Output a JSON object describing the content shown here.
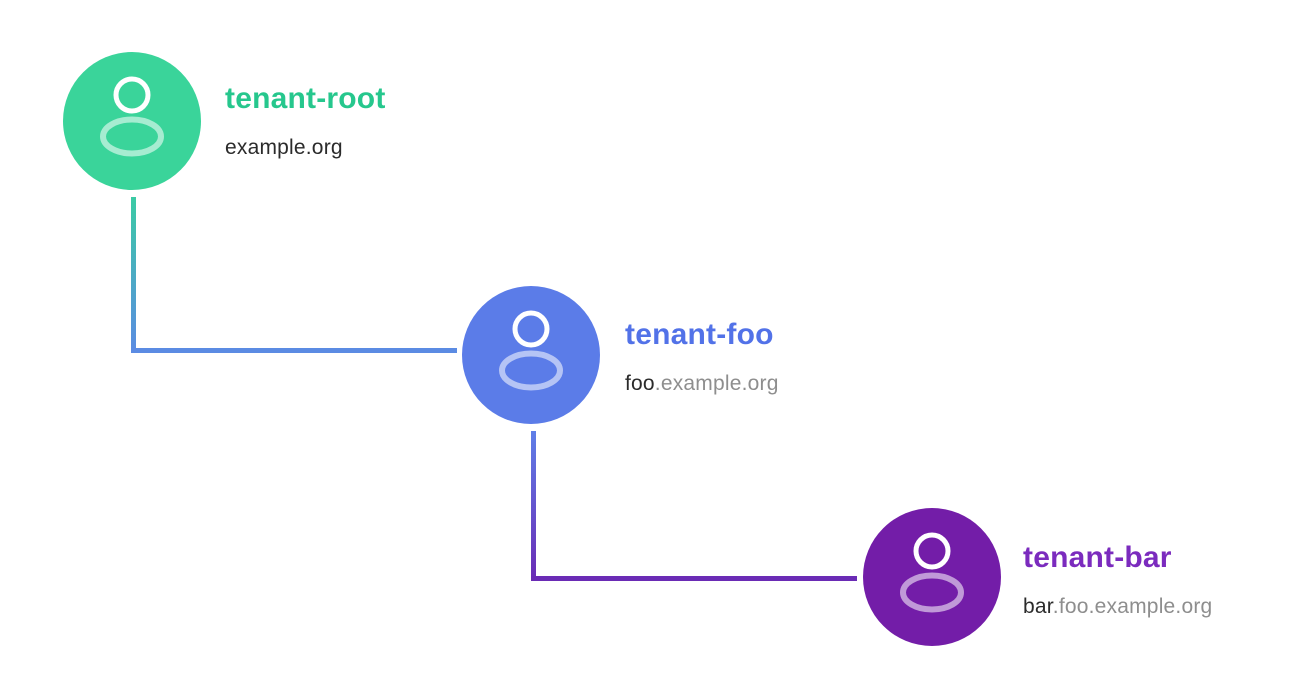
{
  "diagram": {
    "description": "Tenant hierarchy diagram with three linked tenant nodes",
    "nodes": [
      {
        "name": "tenant-root",
        "label": "tenant-root",
        "domain_dark": "example.org",
        "domain_gray": "",
        "circle_color": "#3AD49A",
        "label_color": "#26C78D",
        "icon": "person-icon"
      },
      {
        "name": "tenant-foo",
        "label": "tenant-foo",
        "domain_dark": "foo",
        "domain_gray": ".example.org",
        "circle_color": "#5B7CE8",
        "label_color": "#5272E8",
        "icon": "person-icon"
      },
      {
        "name": "tenant-bar",
        "label": "tenant-bar",
        "domain_dark": "bar",
        "domain_gray": ".foo.example.org",
        "circle_color": "#731DA8",
        "label_color": "#7B2BBE",
        "icon": "person-icon"
      }
    ],
    "connectors": [
      {
        "from": "tenant-root",
        "to": "tenant-foo",
        "start_color": "#3BCBA4",
        "end_color": "#5B8BE3"
      },
      {
        "from": "tenant-foo",
        "to": "tenant-bar",
        "start_color": "#5F7FE8",
        "end_color": "#6A2BB5"
      }
    ],
    "subtitle_colors": {
      "dark": "#2B2B2B",
      "gray": "#8E8E8E"
    },
    "background": "#ffffff"
  }
}
